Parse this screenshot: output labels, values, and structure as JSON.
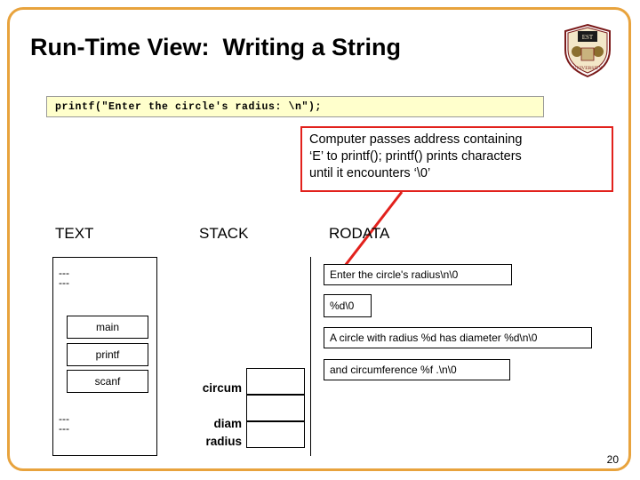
{
  "slide": {
    "title": "Run-Time View:  Writing a String",
    "page_number": "20",
    "accent_border": "#E8A33D",
    "callout_border": "#E2211C",
    "code_bg": "#FFFFCC"
  },
  "code": {
    "line": "printf(\"Enter the circle's radius: \\n\");"
  },
  "callout": {
    "line1": "Computer passes address containing",
    "line2": "‘E’ to printf(); printf() prints characters",
    "line3": "until it encounters ‘\\0’"
  },
  "columns": {
    "text": "TEXT",
    "stack": "STACK",
    "rodata": "RODATA"
  },
  "text_segment": {
    "top_dashes": "---\n---",
    "bottom_dashes": "---\n---",
    "functions": [
      "main",
      "printf",
      "scanf"
    ]
  },
  "stack_segment": {
    "labels": [
      "circum",
      "diam",
      "radius"
    ]
  },
  "rodata_segment": {
    "strings": [
      "Enter the circle's radius\\n\\0",
      "%d\\0",
      "A circle with radius %d has diameter %d\\n\\0",
      "and circumference %f .\\n\\0"
    ]
  },
  "crest": {
    "icon": "university-crest-icon"
  }
}
